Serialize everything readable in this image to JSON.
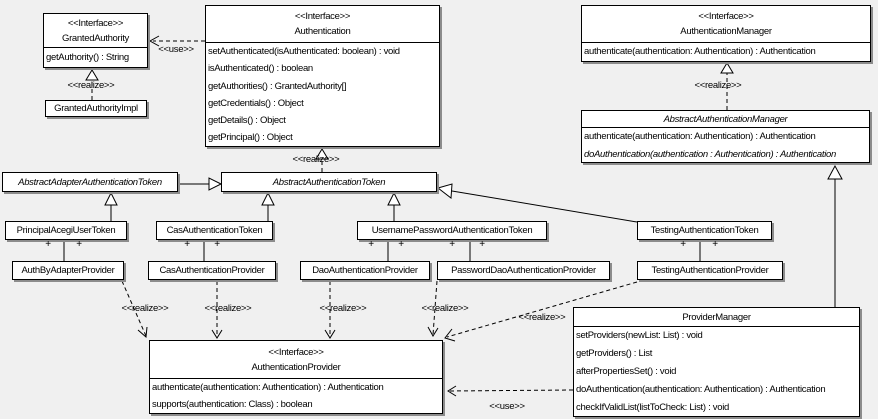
{
  "labels": {
    "use": "&lt;&lt;use&gt;&gt;",
    "realize": "&lt;&lt;realize&gt;&gt;",
    "plus": "+",
    "interface_stereotype": "<<Interface>>"
  },
  "edge_labels": {
    "use": "<<use>>",
    "realize": "<<realize>>"
  },
  "classes": {
    "granted_authority": {
      "stereotype": "<<Interface>>",
      "name": "GrantedAuthority",
      "methods": [
        "getAuthority() : String"
      ]
    },
    "granted_authority_impl": {
      "name": "GrantedAuthorityImpl"
    },
    "authentication": {
      "stereotype": "<<Interface>>",
      "name": "Authentication",
      "methods": [
        "setAuthenticated(isAuthenticated: boolean) : void",
        "isAuthenticated() : boolean",
        "getAuthorities() : GrantedAuthority[]",
        "getCredentials() : Object",
        "getDetails() : Object",
        "getPrincipal() : Object"
      ]
    },
    "authentication_manager": {
      "stereotype": "<<Interface>>",
      "name": "AuthenticationManager",
      "methods": [
        "authenticate(authentication: Authentication) : Authentication"
      ]
    },
    "abstract_authentication_manager": {
      "name": "AbstractAuthenticationManager",
      "abstract": true,
      "methods": [
        "authenticate(authentication: Authentication) : Authentication",
        "doAuthentication(authentication : Authentication) : Authentication"
      ]
    },
    "abstract_adapter_authentication_token": {
      "name": "AbstractAdapterAuthenticationToken",
      "abstract": true
    },
    "abstract_authentication_token": {
      "name": "AbstractAuthenticationToken",
      "abstract": true
    },
    "principal_acegi_user_token": {
      "name": "PrincipalAcegiUserToken"
    },
    "cas_authentication_token": {
      "name": "CasAuthenticationToken"
    },
    "username_password_authentication_token": {
      "name": "UsernamePasswordAuthenticationToken"
    },
    "testing_authentication_token": {
      "name": "TestingAuthenticationToken"
    },
    "auth_by_adapter_provider": {
      "name": "AuthByAdapterProvider"
    },
    "cas_authentication_provider": {
      "name": "CasAuthenticationProvider"
    },
    "dao_authentication_provider": {
      "name": "DaoAuthenticationProvider"
    },
    "password_dao_authentication_provider": {
      "name": "PasswordDaoAuthenticationProvider"
    },
    "testing_authentication_provider": {
      "name": "TestingAuthenticationProvider"
    },
    "provider_manager": {
      "name": "ProviderManager",
      "methods": [
        "setProviders(newList: List) : void",
        "getProviders() : List",
        "afterPropertiesSet() : void",
        "doAuthentication(authentication: Authentication) : Authentication",
        "checkIfValidList(listToCheck: List) : void"
      ]
    },
    "authentication_provider": {
      "stereotype": "<<Interface>>",
      "name": "AuthenticationProvider",
      "methods": [
        "authenticate(authentication: Authentication) : Authentication",
        "supports(authentication: Class) : boolean"
      ]
    }
  },
  "relationships": [
    {
      "type": "use",
      "from": "Authentication",
      "to": "GrantedAuthority",
      "label": "<<use>>"
    },
    {
      "type": "realize",
      "from": "GrantedAuthorityImpl",
      "to": "GrantedAuthority",
      "label": "<<realize>>"
    },
    {
      "type": "realize",
      "from": "AbstractAuthenticationToken",
      "to": "Authentication",
      "label": "<<realize>>"
    },
    {
      "type": "realize",
      "from": "AbstractAuthenticationManager",
      "to": "AuthenticationManager",
      "label": "<<realize>>"
    },
    {
      "type": "generalization",
      "from": "AbstractAdapterAuthenticationToken",
      "to": "AbstractAuthenticationToken"
    },
    {
      "type": "generalization",
      "from": "PrincipalAcegiUserToken",
      "to": "AbstractAdapterAuthenticationToken"
    },
    {
      "type": "generalization",
      "from": "CasAuthenticationToken",
      "to": "AbstractAuthenticationToken"
    },
    {
      "type": "generalization",
      "from": "UsernamePasswordAuthenticationToken",
      "to": "AbstractAuthenticationToken"
    },
    {
      "type": "generalization",
      "from": "TestingAuthenticationToken",
      "to": "AbstractAuthenticationToken"
    },
    {
      "type": "generalization",
      "from": "ProviderManager",
      "to": "AbstractAuthenticationManager"
    },
    {
      "type": "association",
      "from": "PrincipalAcegiUserToken",
      "to": "AuthByAdapterProvider",
      "end_labels": [
        "+",
        "+"
      ]
    },
    {
      "type": "association",
      "from": "CasAuthenticationToken",
      "to": "CasAuthenticationProvider",
      "end_labels": [
        "+",
        "+"
      ]
    },
    {
      "type": "association",
      "from": "UsernamePasswordAuthenticationToken",
      "to": "DaoAuthenticationProvider",
      "end_labels": [
        "+",
        "+"
      ]
    },
    {
      "type": "association",
      "from": "UsernamePasswordAuthenticationToken",
      "to": "PasswordDaoAuthenticationProvider",
      "end_labels": [
        "+",
        "+"
      ]
    },
    {
      "type": "association",
      "from": "TestingAuthenticationToken",
      "to": "TestingAuthenticationProvider",
      "end_labels": [
        "+",
        "+"
      ]
    },
    {
      "type": "realize",
      "from": "AuthByAdapterProvider",
      "to": "AuthenticationProvider",
      "label": "<<realize>>"
    },
    {
      "type": "realize",
      "from": "CasAuthenticationProvider",
      "to": "AuthenticationProvider",
      "label": "<<realize>>"
    },
    {
      "type": "realize",
      "from": "DaoAuthenticationProvider",
      "to": "AuthenticationProvider",
      "label": "<<realize>>"
    },
    {
      "type": "realize",
      "from": "PasswordDaoAuthenticationProvider",
      "to": "AuthenticationProvider",
      "label": "<<realize>>"
    },
    {
      "type": "realize",
      "from": "TestingAuthenticationProvider",
      "to": "AuthenticationProvider",
      "label": "<<realize>>"
    },
    {
      "type": "use",
      "from": "ProviderManager",
      "to": "AuthenticationProvider",
      "label": "<<use>>"
    }
  ],
  "colors": {
    "background": "#f0f0f0",
    "box_fill": "#ffffff",
    "line": "#000000",
    "shadow": "#8c8c8c"
  }
}
